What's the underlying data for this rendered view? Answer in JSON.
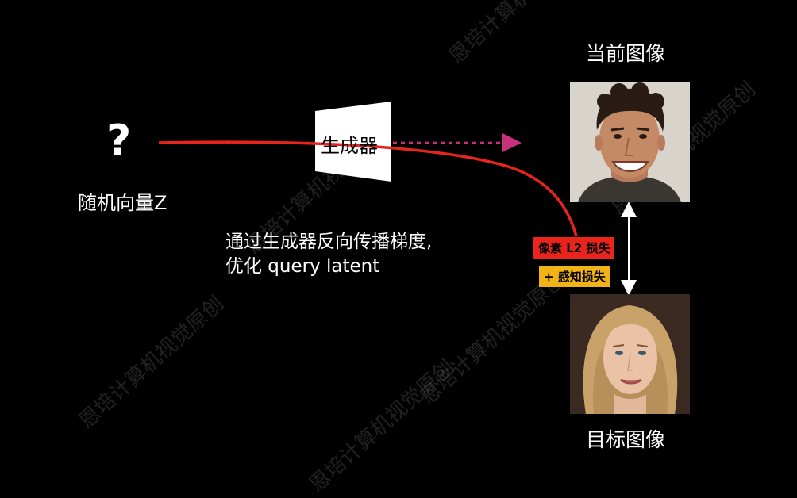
{
  "diagram": {
    "input_label": "随机向量Z",
    "input_symbol": "?",
    "generator_label": "生成器",
    "caption_line1": "通过生成器反向传播梯度,",
    "caption_line2": "优化 query latent",
    "current_image_title": "当前图像",
    "target_image_title": "目标图像",
    "loss_pixel": "像素 L2 损失",
    "loss_perceptual": "+ 感知损失"
  },
  "watermark": "恩培计算机视觉原创",
  "colors": {
    "background": "#000000",
    "gradient_arrow": "#e8241c",
    "forward_arrow": "#c8327c",
    "loss_pixel_bg": "#e8241c",
    "loss_perceptual_bg": "#f2b318"
  }
}
